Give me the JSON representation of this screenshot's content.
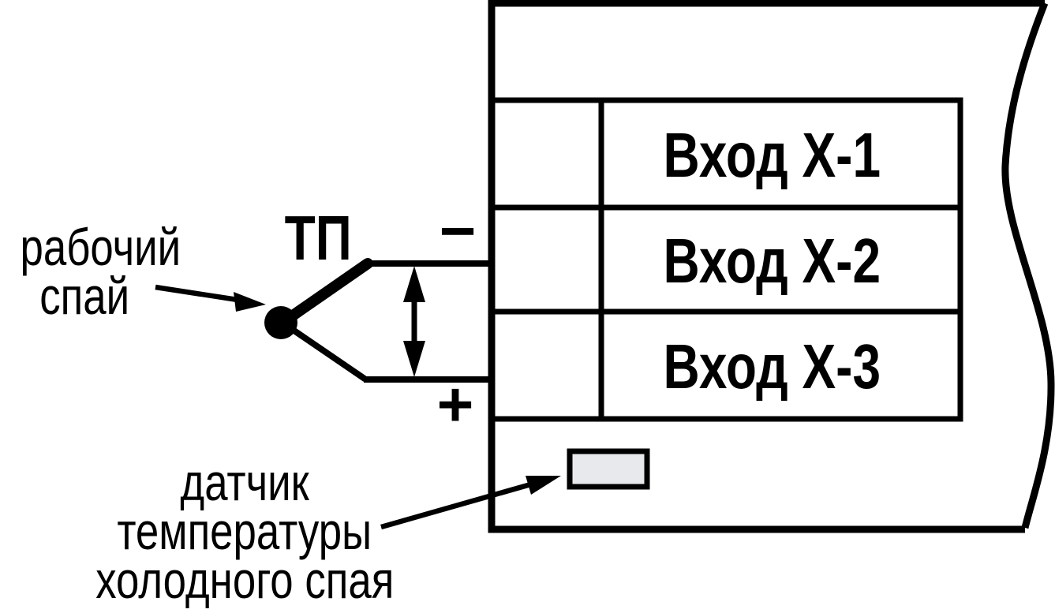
{
  "colors": {
    "ink": "#000000",
    "background": "#ffffff",
    "sensor_fill": "#e8e9ec"
  },
  "device": {
    "inputs": [
      {
        "label": "Вход Х-1"
      },
      {
        "label": "Вход Х-2"
      },
      {
        "label": "Вход Х-3"
      }
    ]
  },
  "thermocouple": {
    "label": "ТП",
    "negative_terminal": "−",
    "positive_terminal": "+"
  },
  "annotations": {
    "working_junction": {
      "line1": "рабочий",
      "line2": "спай"
    },
    "cold_junction_sensor": {
      "line1": "датчик",
      "line2": "температуры",
      "line3": "холодного спая"
    }
  }
}
